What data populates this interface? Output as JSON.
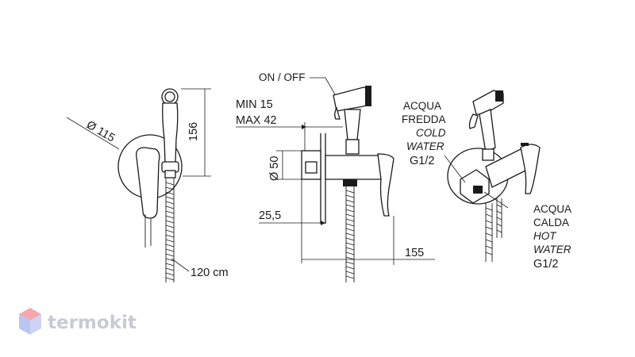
{
  "labels": {
    "diameter": "Ø 115",
    "height": "156",
    "hose": "120 cm",
    "switch": "ON / OFF",
    "min": "MIN 15",
    "max": "MAX 42",
    "plate": "Ø 50",
    "depth": "25,5",
    "length": "155"
  },
  "cold": {
    "line1": "ACQUA",
    "line2": "FREDDA",
    "line3": "COLD",
    "line4": "WATER",
    "thread": "G1/2"
  },
  "hot": {
    "line1": "ACQUA",
    "line2": "CALDA",
    "line3": "HOT",
    "line4": "WATER",
    "thread": "G1/2"
  },
  "brand": {
    "name": "termokit",
    "colors": {
      "top": "#f6a6ad",
      "left": "#b9c6f0",
      "right": "#cfd3f7",
      "text": "#c7cbd4"
    }
  }
}
